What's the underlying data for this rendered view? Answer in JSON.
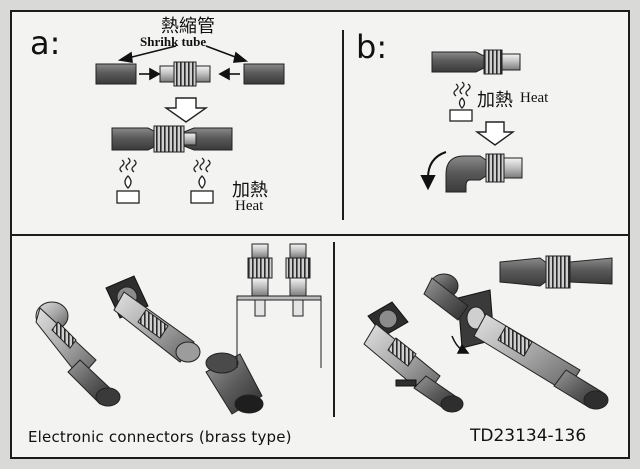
{
  "panel_a": {
    "label": "a:",
    "title_cjk": "熱縮管",
    "title_en": "Shrihk tube",
    "heat_cjk": "加熱",
    "heat_en": "Heat"
  },
  "panel_b": {
    "label": "b:",
    "heat_cjk": "加熱",
    "heat_en": "Heat"
  },
  "footer": {
    "caption": "Electronic connectors (brass type)",
    "part_number": "TD23134-136"
  }
}
